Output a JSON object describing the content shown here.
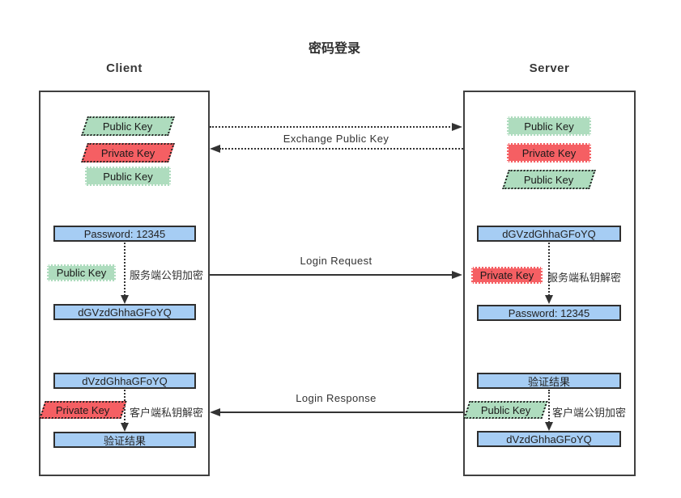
{
  "title": "密码登录",
  "exchange": {
    "label": "Exchange Public Key"
  },
  "messages": {
    "login_request": "Login Request",
    "login_response": "Login Response"
  },
  "client": {
    "heading": "Client",
    "keys": [
      {
        "label": "Public Key",
        "shape": "parallelogram",
        "color": "green"
      },
      {
        "label": "Private Key",
        "shape": "parallelogram",
        "color": "red"
      },
      {
        "label": "Public Key",
        "shape": "rect",
        "color": "green"
      }
    ],
    "encrypt_flow": {
      "input": "Password: 12345",
      "key_label": "Public Key",
      "note": "服务端公钥加密",
      "output": "dGVzdGhhaGFoYQ"
    },
    "decrypt_flow": {
      "input": "dVzdGhhaGFoYQ",
      "key_label": "Private Key",
      "note": "客户端私钥解密",
      "output": "验证结果"
    }
  },
  "server": {
    "heading": "Server",
    "keys": [
      {
        "label": "Public Key",
        "shape": "rect",
        "color": "green"
      },
      {
        "label": "Private Key",
        "shape": "rect",
        "color": "red"
      },
      {
        "label": "Public Key",
        "shape": "parallelogram",
        "color": "green"
      }
    ],
    "decrypt_flow": {
      "input": "dGVzdGhhaGFoYQ",
      "key_label": "Private Key",
      "note": "服务端私钥解密",
      "output": "Password: 12345"
    },
    "encrypt_flow": {
      "input": "验证结果",
      "key_label": "Public Key",
      "note": "客户端公钥加密",
      "output": "dVzdGhhaGFoYQ"
    }
  },
  "colors": {
    "accent-blue": "#a6cdf4",
    "accent-green": "#aedcbe",
    "accent-red": "#f55f63",
    "line-dark": "#333333"
  }
}
